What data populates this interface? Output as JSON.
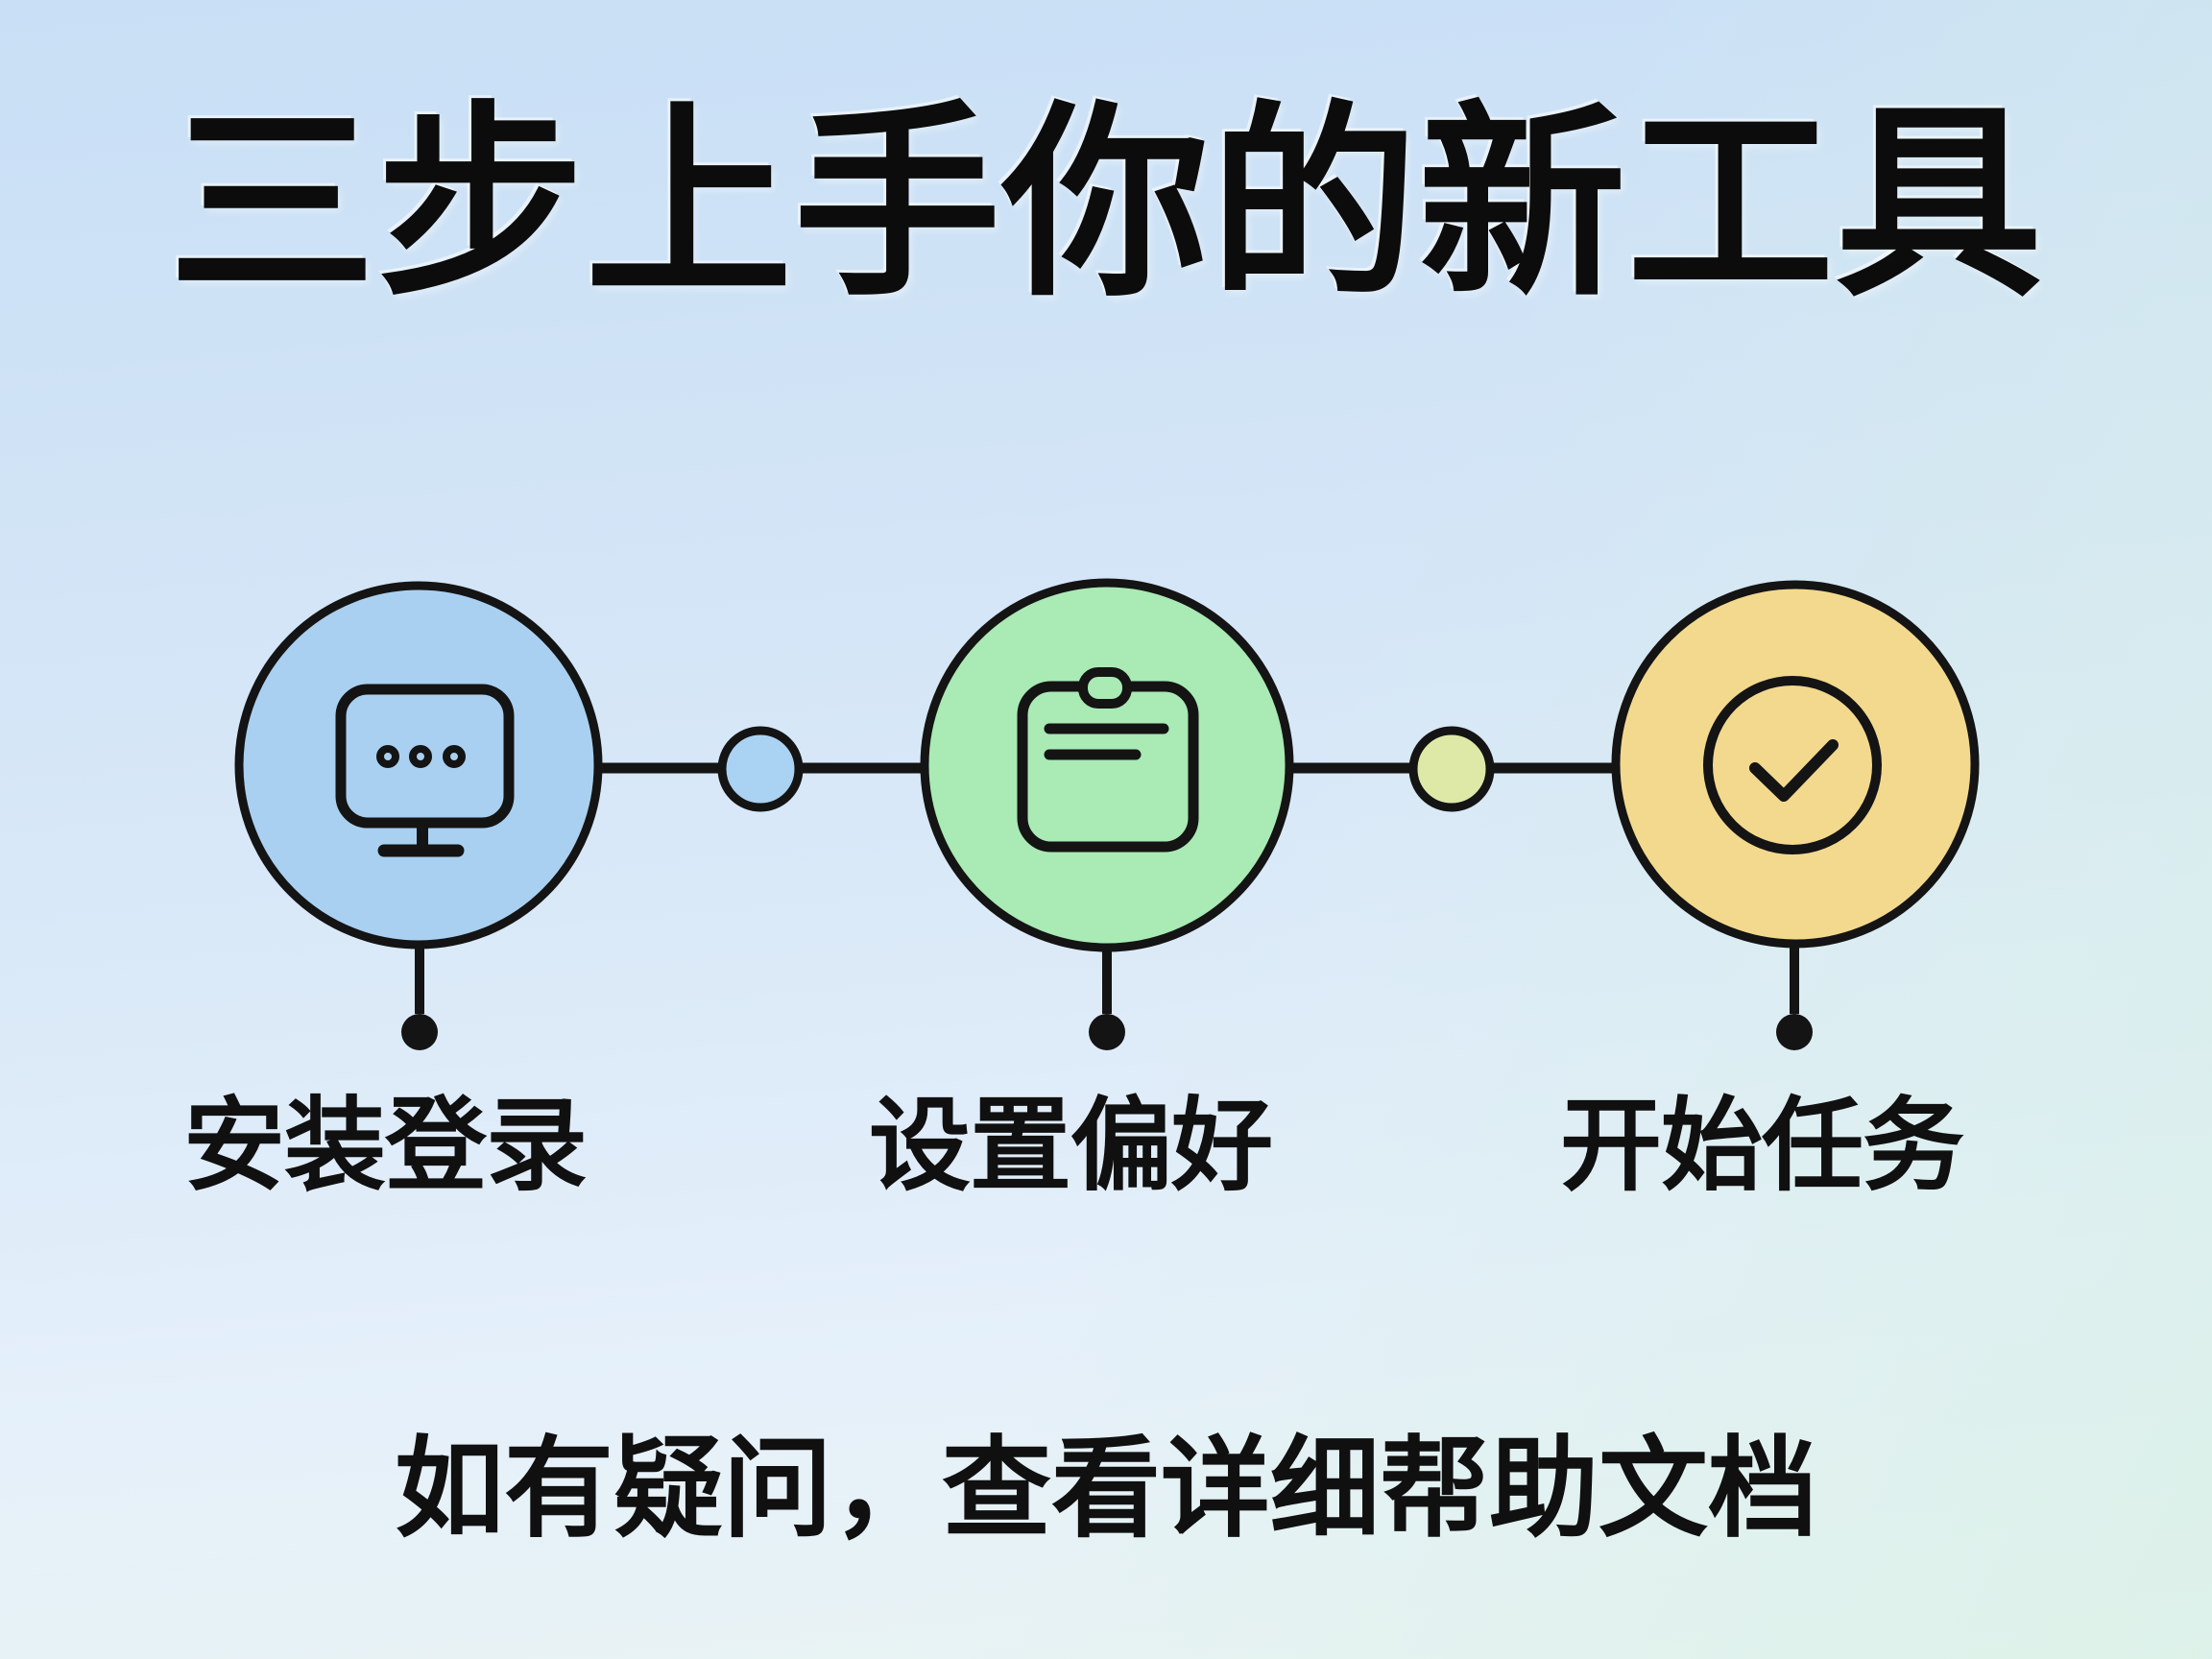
{
  "title": "三步上手你的新工具",
  "footer": "如有疑问，查看详细帮助文档",
  "steps": [
    {
      "label": "安装登录",
      "icon": "monitor-icon",
      "color": "#a9d0f1"
    },
    {
      "label": "设置偏好",
      "icon": "clipboard-icon",
      "color": "#a9eab5"
    },
    {
      "label": "开始任务",
      "icon": "check-circle-icon",
      "color": "#f3d98e"
    }
  ],
  "connector_dots": [
    {
      "color": "#aad2f2"
    },
    {
      "color": "#dfe9a7"
    }
  ],
  "colors": {
    "ink": "#141414",
    "title_text": "#0c0c0c",
    "background_top": "#c9e0f5",
    "background_bottom_left": "#e7f1fa",
    "background_bottom_right": "#e4f3ee"
  }
}
